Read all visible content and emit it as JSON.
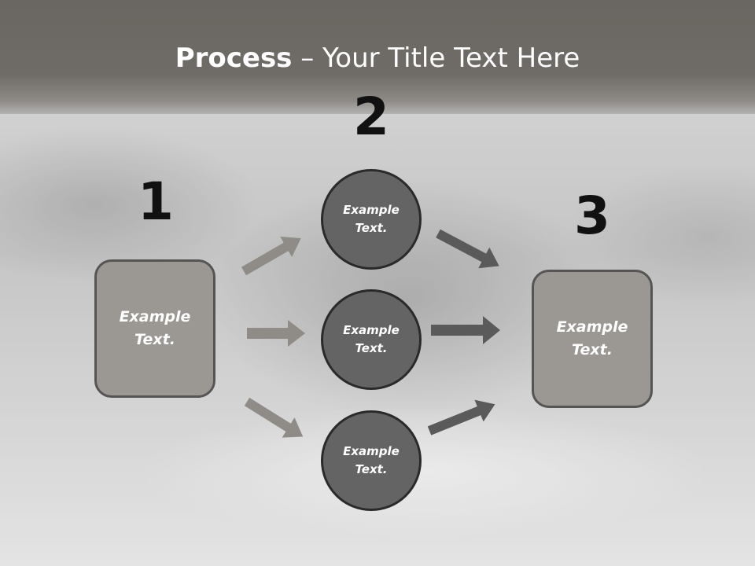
{
  "slide": {
    "title_strong": "Process",
    "title_rest": " – Your Title Text Here"
  },
  "steps": {
    "step1_number": "1",
    "step2_number": "2",
    "step3_number": "3"
  },
  "nodes": {
    "start_box": {
      "text": "Example Text."
    },
    "circle_top": {
      "text": "Example Text."
    },
    "circle_middle": {
      "text": "Example Text."
    },
    "circle_bottom": {
      "text": "Example Text."
    },
    "end_box": {
      "text": "Example Text."
    }
  },
  "colors": {
    "title_band": "#6f6b66",
    "box_fill": "#9b9792",
    "circle_fill": "#646464",
    "arrow_light": "#8f8c88",
    "arrow_dark": "#5a5a5a"
  },
  "icons": {
    "arrow": "right-arrow-icon"
  }
}
